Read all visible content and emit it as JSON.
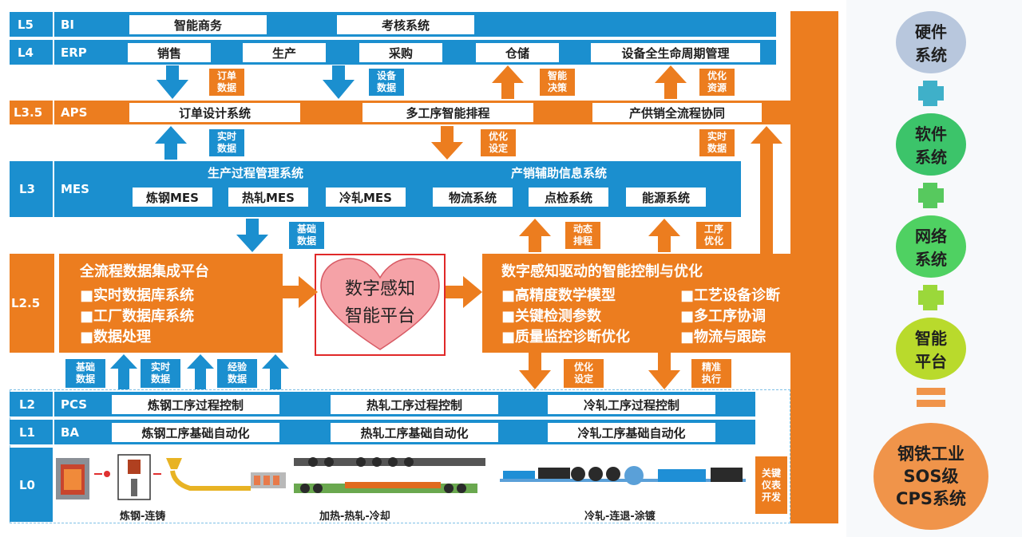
{
  "levels": {
    "l5": {
      "code": "L5",
      "sys": "BI",
      "boxes": [
        "智能商务",
        "考核系统"
      ]
    },
    "l4": {
      "code": "L4",
      "sys": "ERP",
      "boxes": [
        "销售",
        "生产",
        "采购",
        "仓储",
        "设备全生命周期管理"
      ]
    },
    "l35": {
      "code": "L3.5",
      "sys": "APS",
      "boxes": [
        "订单设计系统",
        "多工序智能排程",
        "产供销全流程协同"
      ]
    },
    "l3": {
      "code": "L3",
      "sys": "MES",
      "group1": "生产过程管理系统",
      "group2": "产销辅助信息系统",
      "boxes": [
        "炼钢MES",
        "热轧MES",
        "冷轧MES",
        "物流系统",
        "点检系统",
        "能源系统"
      ]
    },
    "l25": {
      "code": "L2.5"
    },
    "l2": {
      "code": "L2",
      "sys": "PCS",
      "boxes": [
        "炼钢工序过程控制",
        "热轧工序过程控制",
        "冷轧工序过程控制"
      ]
    },
    "l1": {
      "code": "L1",
      "sys": "BA",
      "boxes": [
        "炼钢工序基础自动化",
        "热轧工序基础自动化",
        "冷轧工序基础自动化"
      ]
    },
    "l0": {
      "code": "L0",
      "captions": [
        "炼钢-连铸",
        "加热-热轧-冷却",
        "冷轧-连退-涂镀"
      ],
      "side": "关键\n仪表\n开发"
    }
  },
  "tags": {
    "order_data": "订单\n数据",
    "equip_data": "设备\n数据",
    "smart_decision": "智能\n决策",
    "optimize_res": "优化\n资源",
    "realtime1": "实时\n数据",
    "optimize_set1": "优化\n设定",
    "realtime2": "实时\n数据",
    "base_data1": "基础\n数据",
    "dynamic_sched": "动态\n排程",
    "process_opt": "工序\n优化",
    "base_data2": "基础\n数据",
    "realtime3": "实时\n数据",
    "experience": "经验\n数据",
    "optimize_set2": "优化\n设定",
    "precise_exec": "精准\n执行"
  },
  "left_panel": {
    "title": "全流程数据集成平台",
    "items": [
      "■实时数据库系统",
      "■工厂数据库系统",
      "■数据处理"
    ]
  },
  "heart": {
    "line1": "数字感知",
    "line2": "智能平台"
  },
  "right_panel": {
    "title": "数字感知驱动的智能控制与优化",
    "items": [
      "■高精度数学模型",
      "■关键检测参数",
      "■质量监控诊断优化",
      "■工艺设备诊断",
      "■多工序协调",
      "■物流与跟踪"
    ]
  },
  "sidebar": {
    "items": [
      "硬件\n系统",
      "软件\n系统",
      "网络\n系统",
      "智能\n平台"
    ],
    "result": "钢铁工业\nSOS级\nCPS系统"
  },
  "colors": {
    "blue": "#1b8fcf",
    "orange": "#ec7d1f",
    "hardware": "#b8c7dd",
    "software": "#3cc46a",
    "network": "#4fd162",
    "platform": "#b9da2c",
    "result": "#f0944a",
    "plus": "#3fb0c9",
    "plus_green": "#57c95e",
    "plus_lime": "#9bd83a",
    "equals": "#f0944a"
  }
}
